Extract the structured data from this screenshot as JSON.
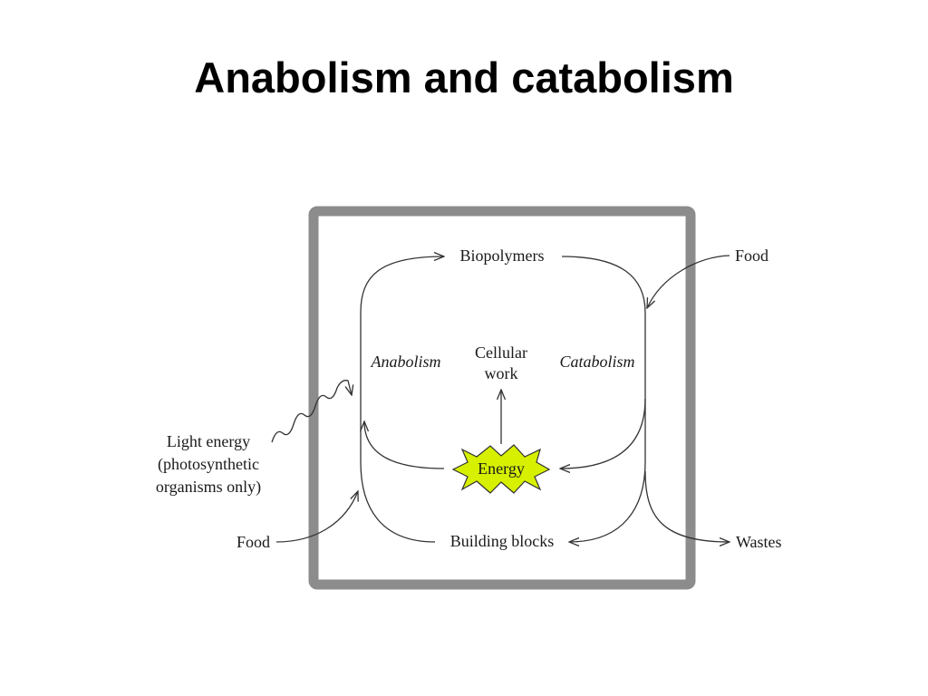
{
  "slide": {
    "title": "Anabolism and catabolism"
  },
  "diagram": {
    "nodes": {
      "biopolymers": "Biopolymers",
      "building_blocks": "Building blocks",
      "energy": "Energy",
      "cellular_work": [
        "Cellular",
        "work"
      ],
      "food_in_top": "Food",
      "food_in_bottom": "Food",
      "wastes": "Wastes",
      "light_energy": [
        "Light energy",
        "(photosynthetic",
        "organisms only)"
      ]
    },
    "pathways": {
      "anabolism": "Anabolism",
      "catabolism": "Catabolism"
    },
    "colors": {
      "cell_border": "#8c8c8c",
      "energy_fill": "#d6f000",
      "line": "#333333"
    }
  }
}
